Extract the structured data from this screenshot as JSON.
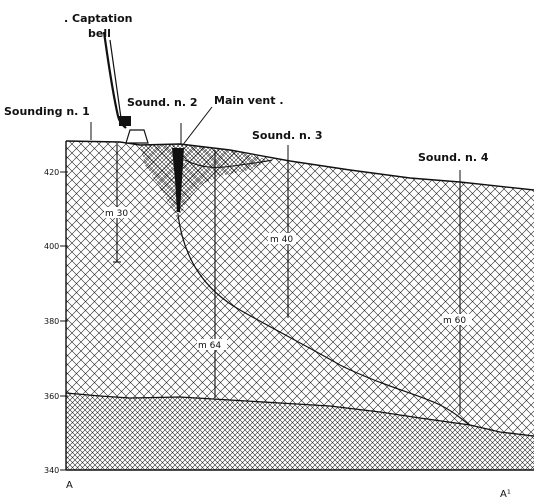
{
  "labels": {
    "captation_bell_line1": ". Captation",
    "captation_bell_line2": "bell",
    "sounding_1": "Sounding n. 1",
    "sound_2": "Sound. n. 2",
    "main_vent": "Main  vent  .",
    "sound_3": "Sound. n. 3",
    "sound_4": "Sound. n. 4"
  },
  "elevation_ticks": [
    "420",
    "400",
    "380",
    "360",
    "340"
  ],
  "depth_labels": {
    "sounding_1_depth": "m 30",
    "sound_2_depth": "m 64",
    "sound_3_depth": "m 40",
    "sound_4_depth": "m 60"
  },
  "section_ends": {
    "left": "A",
    "right": "A¹"
  },
  "colors": {
    "ink": "#111111",
    "background": "#ffffff"
  }
}
